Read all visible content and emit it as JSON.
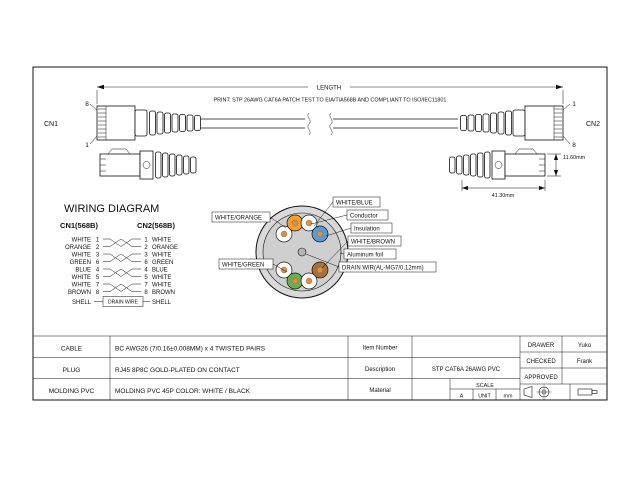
{
  "assembly": {
    "length_label": "LENGTH",
    "print_text": "PRINT: STP 26AWG CAT6A PATCH TEST TO EIA/TIA568B AND COMPLIANT TO ISO/IEC11801",
    "cn1_label": "CN1",
    "cn2_label": "CN2",
    "cn1_pin_top": "8",
    "cn1_pin_bottom": "1",
    "cn2_pin_top": "1",
    "cn2_pin_bottom": "8",
    "plug_height_dim": "11.60mm",
    "plug_length_dim": "41.30mm"
  },
  "wiring_diagram": {
    "title": "WIRING DIAGRAM",
    "cn1_header": "CN1(568B)",
    "cn2_header": "CN2(568B)",
    "rows": [
      {
        "left_color": "WHITE",
        "left_pin": "1",
        "right_pin": "1",
        "right_color": "WHITE"
      },
      {
        "left_color": "ORANGE",
        "left_pin": "2",
        "right_pin": "2",
        "right_color": "ORANGE"
      },
      {
        "left_color": "WHITE",
        "left_pin": "3",
        "right_pin": "3",
        "right_color": "WHITE"
      },
      {
        "left_color": "GREEN",
        "left_pin": "6",
        "right_pin": "6",
        "right_color": "GREEN"
      },
      {
        "left_color": "BLUE",
        "left_pin": "4",
        "right_pin": "4",
        "right_color": "BLUE"
      },
      {
        "left_color": "WHITE",
        "left_pin": "5",
        "right_pin": "5",
        "right_color": "WHITE"
      },
      {
        "left_color": "WHITE",
        "left_pin": "7",
        "right_pin": "7",
        "right_color": "WHITE"
      },
      {
        "left_color": "BROWN",
        "left_pin": "8",
        "right_pin": "8",
        "right_color": "BROWN"
      }
    ],
    "shell_left": "SHELL",
    "drain_wire_label": "DRAIN WIRE",
    "shell_right": "SHELL"
  },
  "cross_section": {
    "label_white_orange": "WHITE/ORANGE",
    "label_white_green": "WHITE/GREEN",
    "label_white_blue": "WHITE/BLUE",
    "label_conductor": "Conductor",
    "label_insulation": "Insulation",
    "label_white_brown": "WHITE/BROWN",
    "label_aluminum_foil": "Aluminum foil",
    "label_drain_wire": "DRAIN WIR(AL-MG7/0.12mm)",
    "colors": {
      "jacket": "#d9d9d9",
      "foil": "#cfcfcf",
      "orange": "#f0a030",
      "blue": "#5b9bd5",
      "green": "#6aaf4e",
      "brown": "#a9713a",
      "copper": "#d89048",
      "drain": "#b5b5b5"
    }
  },
  "spec_table": {
    "rows": [
      {
        "label": "CABLE",
        "value": "BC AWG26 (7/0.16±0.008MM) x 4 TWISTED PAIRS"
      },
      {
        "label": "PLUG",
        "value": "RJ45 8P8C GOLD-PLATED ON CONTACT"
      },
      {
        "label": "MOLDING PVC",
        "value": "MOLDING PVC 45P COLOR: WHITE / BLACK"
      }
    ]
  },
  "title_block": {
    "item_number_label": "Item Number",
    "description_label": "Description",
    "description_value": "STP CAT6A 26AWG PVC",
    "material_label": "Material",
    "scale_label": "SCALE",
    "scale_value": "A",
    "unit_label": "UNIT",
    "unit_value": "mm",
    "drawer_label": "DRAWER",
    "drawer_value": "Yuko",
    "checked_label": "CHECKED",
    "checked_value": "Frank",
    "approved_label": "APPROVED"
  }
}
